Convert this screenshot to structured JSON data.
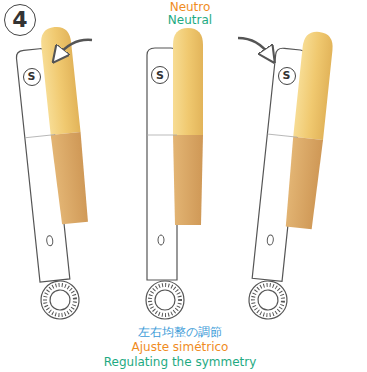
{
  "diagram": {
    "nodes": [
      {
        "text": [
          "4"
        ]
      },
      {
        "text": [
          "S"
        ]
      },
      {
        "text": [
          "S"
        ]
      },
      {
        "text": [
          "S"
        ]
      }
    ],
    "labels": [
      "Neutro",
      "Neutral",
      "左右均整の調節",
      "Ajuste simétrico",
      "Regulating the symmetry"
    ]
  }
}
